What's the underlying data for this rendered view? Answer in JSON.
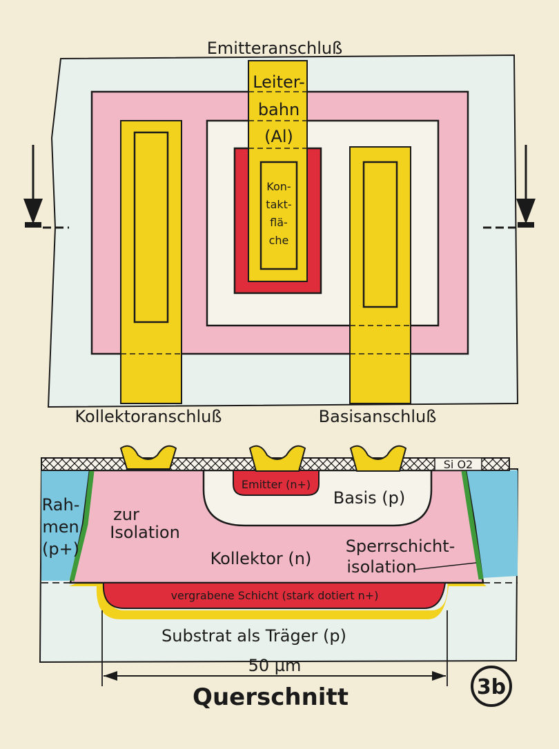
{
  "top_view": {
    "emitter_connection": "Emitteranschluß",
    "trace_lines": [
      "Leiter-",
      "bahn",
      "(Al)"
    ],
    "contact_lines": [
      "Kon-",
      "takt-",
      "flä-",
      "che"
    ],
    "collector_connection": "Kollektoranschluß",
    "base_connection": "Basisanschluß"
  },
  "cross_section": {
    "sio2": "Si O2",
    "emitter": "Emitter (n+)",
    "base": "Basis (p)",
    "frame_lines": [
      "Rah-",
      "men",
      "(p+)"
    ],
    "isolation_lines": [
      "zur",
      "Isolation"
    ],
    "collector": "Kollektor (n)",
    "junction_lines": [
      "Sperrschicht-",
      "isolation"
    ],
    "buried_layer": "vergrabene Schicht (stark dotiert n+)",
    "substrate": "Substrat als Träger (p)",
    "dimension": "50 µm",
    "caption": "Querschnitt",
    "figure_id": "3b"
  },
  "colors": {
    "paper": "#f3ecd6",
    "substrate": "#e8f1ec",
    "pink": "#f2b8c6",
    "red": "#e02d3c",
    "yellow": "#f3d21d",
    "blue": "#7cc7e0",
    "green": "#3f9a3a",
    "ink": "#1a1a1a"
  }
}
